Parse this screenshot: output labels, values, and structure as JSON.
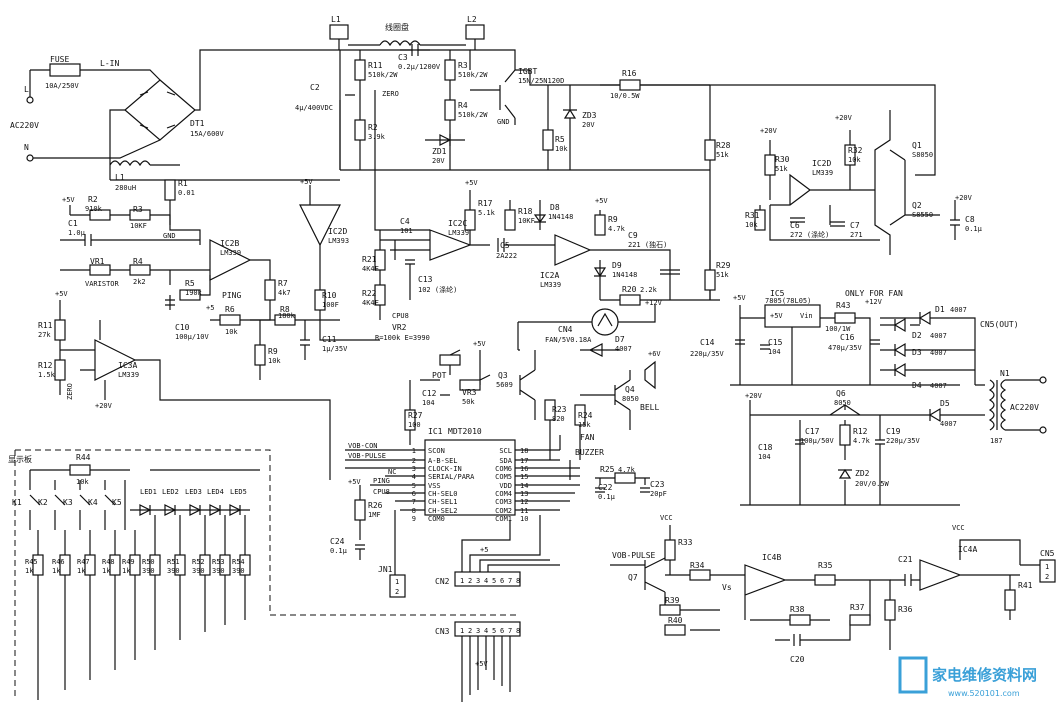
{
  "labels": {
    "l_in": "L-IN",
    "fuse": "FUSE",
    "fuse_val": "10A/250V",
    "ac_l": "L",
    "ac_220v": "AC220V",
    "ac_n": "N",
    "dt1": "DT1",
    "dt1_val": "15A/600V",
    "l1": "L1",
    "l1_val": "280uH",
    "coil": "线圈盘",
    "L1box": "L1",
    "L2box": "L2",
    "c2": "C2",
    "c2_val": "4μ/400VDC",
    "r11": "R11",
    "r11_val": "510k/2W",
    "c3": "C3",
    "c3_val": "0.2μ/1200V",
    "r3": "R3",
    "r3_val": "510k/2W",
    "r4": "R4",
    "r4_val": "510k/2W",
    "zero": "ZERO",
    "r2": "R2",
    "r2_val": "3.9k",
    "zd1": "ZD1",
    "zd1_val": "20V",
    "igbt": "IGBT",
    "igbt_val": "15N/25N120D",
    "gnd_top": "GND",
    "zd3": "ZD3",
    "zd3_val": "20V",
    "r5": "R5",
    "r5_val": "10k",
    "r16": "R16",
    "r16_val": "10/0.5W",
    "r1": "R1",
    "r1_val": "0.01",
    "gnd_main": "GND",
    "plus5v_a": "+5V",
    "r2b": "R2",
    "r2b_val": "910k",
    "c1": "C1",
    "c1_val": "1.0μ",
    "r3b": "R3",
    "r3b_val": "10KF",
    "ic2b": "IC2B",
    "ic2b_val": "LM339",
    "vr1": "VR1",
    "varistor": "VARISTOR",
    "r4b": "R4",
    "r4b_val": "2k2",
    "r5b": "R5",
    "r5b_val": "190k",
    "ping": "PING",
    "r7": "R7",
    "r7_val": "4k7",
    "c10": "C10",
    "c10_val": "100μ/10V",
    "r6": "R6",
    "r6_val": "10k",
    "r8": "R8",
    "r8_val": "180k",
    "r9": "R9",
    "r9_val": "10k",
    "plus5v_b": "+5",
    "plus5v_c": "+5V",
    "r11b": "R11",
    "r11b_val": "27k",
    "r12": "R12",
    "r12_val": "1.5k",
    "zero2": "ZERO",
    "ic3a": "IC3A",
    "ic3a_val": "LM339",
    "plus20v_a": "+20V",
    "plus5v_d": "+5V",
    "ic2d": "IC2D",
    "ic2d_val": "LM393",
    "r10": "R10",
    "r10_val": "100F",
    "c11": "C11",
    "c11_val": "1μ/35V",
    "vr2": "VR2",
    "vr2_val": "R=100k E=3990",
    "r21": "R21",
    "r21_val": "4K4F",
    "r22": "R22",
    "r22_val": "4K4F",
    "c4": "C4",
    "c4_val": "101",
    "c13": "C13",
    "c13_val": "102 (涤纶)",
    "cpu8": "CPU8",
    "plus5v_e": "+5V",
    "ic2c": "IC2C",
    "ic2c_val": "LM339",
    "r17": "R17",
    "r17_val": "5.1k",
    "r18": "R18",
    "r18_val": "10KF",
    "d8": "D8",
    "d8_val": "1N4148",
    "c5": "C5",
    "c5_val": "2A222",
    "plus5v_f": "+5V",
    "r9b": "R9",
    "r9b_val": "4.7k",
    "ic2a": "IC2A",
    "ic2a_val": "LM339",
    "d9": "D9",
    "d9_val": "1N4148",
    "c9": "C9",
    "c9_val": "221 (独石)",
    "r20": "R20",
    "r20_val": "2.2k",
    "r28": "R28",
    "r28_val": "51k",
    "r29": "R29",
    "r29_val": "51k",
    "plus12v_a": "+12V",
    "plus20v_b": "+20V",
    "plus20v_c": "+20V",
    "r30": "R30",
    "r30_val": "51k",
    "ic2d2": "IC2D",
    "ic2d2_val": "LM339",
    "r32": "R32",
    "r32_val": "10k",
    "q1": "Q1",
    "q1_val": "S8050",
    "q2": "Q2",
    "q2_val": "S8550",
    "r31": "R31",
    "r31_val": "10k",
    "c6": "C6",
    "c6_val": "272 (涤纶)",
    "c7": "C7",
    "c7_val": "271",
    "plus20v_d": "+20V",
    "c8": "C8",
    "c8_val": "0.1μ",
    "cn4": "CN4",
    "cn4_val": "FAN/5V0.18A",
    "d7": "D7",
    "d7_val": "4007",
    "plus12v_b": "+12V",
    "plus5v_g": "+5V",
    "pot": "POT",
    "vr3": "VR3",
    "vr3_val": "50k",
    "c12": "C12",
    "c12_val": "104",
    "r27": "R27",
    "r27_val": "100",
    "q3": "Q3",
    "q3_val": "5609",
    "q4": "Q4",
    "q4_val": "8050",
    "bell": "BELL",
    "r23": "R23",
    "r23_val": "820",
    "r24": "R24",
    "r24_val": "15k",
    "fan": "FAN",
    "buzzer": "BUZZER",
    "plus6v": "+6V",
    "ic5": "IC5",
    "ic5_val": "7805(78L05)",
    "only_fan": "ONLY FOR FAN",
    "ic5_p5v": "+5V",
    "ic5_vin": "Vin",
    "plus5v_h": "+5V",
    "r43": "R43",
    "r43_val": "100/1W",
    "plus12v_c": "+12V",
    "d1": "D1",
    "d1_val": "4007",
    "d2": "D2",
    "d2_val": "4007",
    "d3": "D3",
    "d3_val": "4007",
    "d4": "D4",
    "d4_val": "4007",
    "c14": "C14",
    "c14_val": "220μ/35V",
    "c15": "C15",
    "c15_val": "104",
    "c16": "C16",
    "c16_val": "470μ/35V",
    "cn5out": "CN5(OUT)",
    "n1": "N1",
    "n1_val": "187",
    "ac220v_r": "AC220V",
    "plus20v_e": "+20V",
    "q6": "Q6",
    "q6_val": "8050",
    "d5": "D5",
    "d5_val": "4007",
    "c18": "C18",
    "c18_val": "104",
    "c17": "C17",
    "c17_val": "100μ/50V",
    "r12b": "R12",
    "r12b_val": "4.7k",
    "c19": "C19",
    "c19_val": "220μ/35V",
    "zd2": "ZD2",
    "zd2_val": "20V/0.5W",
    "ic1": "IC1",
    "ic1_val": "MDT2010",
    "display": "显示板",
    "r44": "R44",
    "r44_val": "10k",
    "k1": "K1",
    "k2": "K2",
    "k3": "K3",
    "k4": "K4",
    "k5": "K5",
    "led1": "LED1",
    "led2": "LED2",
    "led3": "LED3",
    "led4": "LED4",
    "led5": "LED5",
    "r26": "R26",
    "r26_val": "1MF",
    "plus5v_i": "+5V",
    "c24": "C24",
    "c24_val": "0.1μ",
    "jn1": "JN1",
    "cn2": "CN2",
    "cn3": "CN3",
    "plus5v_j": "+5",
    "plus5v_k": "+5V",
    "r25": "R25",
    "r25_val": "4.7k",
    "c22": "C22",
    "c22_val": "0.1μ",
    "c23": "C23",
    "c23_val": "20pF",
    "vcc_a": "VCC",
    "r33": "R33",
    "vob_pulse": "VOB-PULSE",
    "q7": "Q7",
    "r34": "R34",
    "vs": "Vs",
    "r39": "R39",
    "r40": "R40",
    "ic4b": "IC4B",
    "r35": "R35",
    "r38": "R38",
    "r37": "R37",
    "r36": "R36",
    "c20": "C20",
    "c21": "C21",
    "vcc_b": "VCC",
    "ic4a": "IC4A",
    "r41": "R41",
    "cn5": "CN5",
    "watermark": "家电维修资料网",
    "watermark_url": "www.520101.com"
  },
  "ic1_pins_left": [
    {
      "no": "1",
      "name": "SCON"
    },
    {
      "no": "2",
      "name": "A-B-SEL"
    },
    {
      "no": "3",
      "name": "CLOCK-IN"
    },
    {
      "no": "4",
      "name": "SERIAL/PARA"
    },
    {
      "no": "5",
      "name": "VSS"
    },
    {
      "no": "6",
      "name": "CH-SEL0"
    },
    {
      "no": "7",
      "name": "CH-SEL1"
    },
    {
      "no": "8",
      "name": "CH-SEL2"
    },
    {
      "no": "9",
      "name": "COM0"
    }
  ],
  "ic1_pins_right": [
    {
      "no": "18",
      "name": "SCL"
    },
    {
      "no": "17",
      "name": "SDA"
    },
    {
      "no": "16",
      "name": "COM6"
    },
    {
      "no": "15",
      "name": "COM5"
    },
    {
      "no": "14",
      "name": "VDD"
    },
    {
      "no": "13",
      "name": "COM4"
    },
    {
      "no": "12",
      "name": "COM3"
    },
    {
      "no": "11",
      "name": "COM2"
    },
    {
      "no": "10",
      "name": "COM1"
    }
  ],
  "ic1_inputs": [
    "VOB-CON",
    "VOB-PULSE",
    "",
    "NC",
    "PING",
    "CPU8"
  ],
  "display_resistors": [
    {
      "name": "R45",
      "val": "1k"
    },
    {
      "name": "R46",
      "val": "1k"
    },
    {
      "name": "R47",
      "val": "1k"
    },
    {
      "name": "R48",
      "val": "1k"
    },
    {
      "name": "R49",
      "val": "1k"
    },
    {
      "name": "R50",
      "val": "390"
    },
    {
      "name": "R51",
      "val": "390"
    },
    {
      "name": "R52",
      "val": "390"
    },
    {
      "name": "R53",
      "val": "390"
    },
    {
      "name": "R54",
      "val": "390"
    }
  ],
  "connector_pins": [
    "1",
    "2",
    "3",
    "4",
    "5",
    "6",
    "7",
    "8"
  ],
  "jn1_pins": [
    "1",
    "2"
  ],
  "cn5_pins": [
    "1",
    "2"
  ]
}
